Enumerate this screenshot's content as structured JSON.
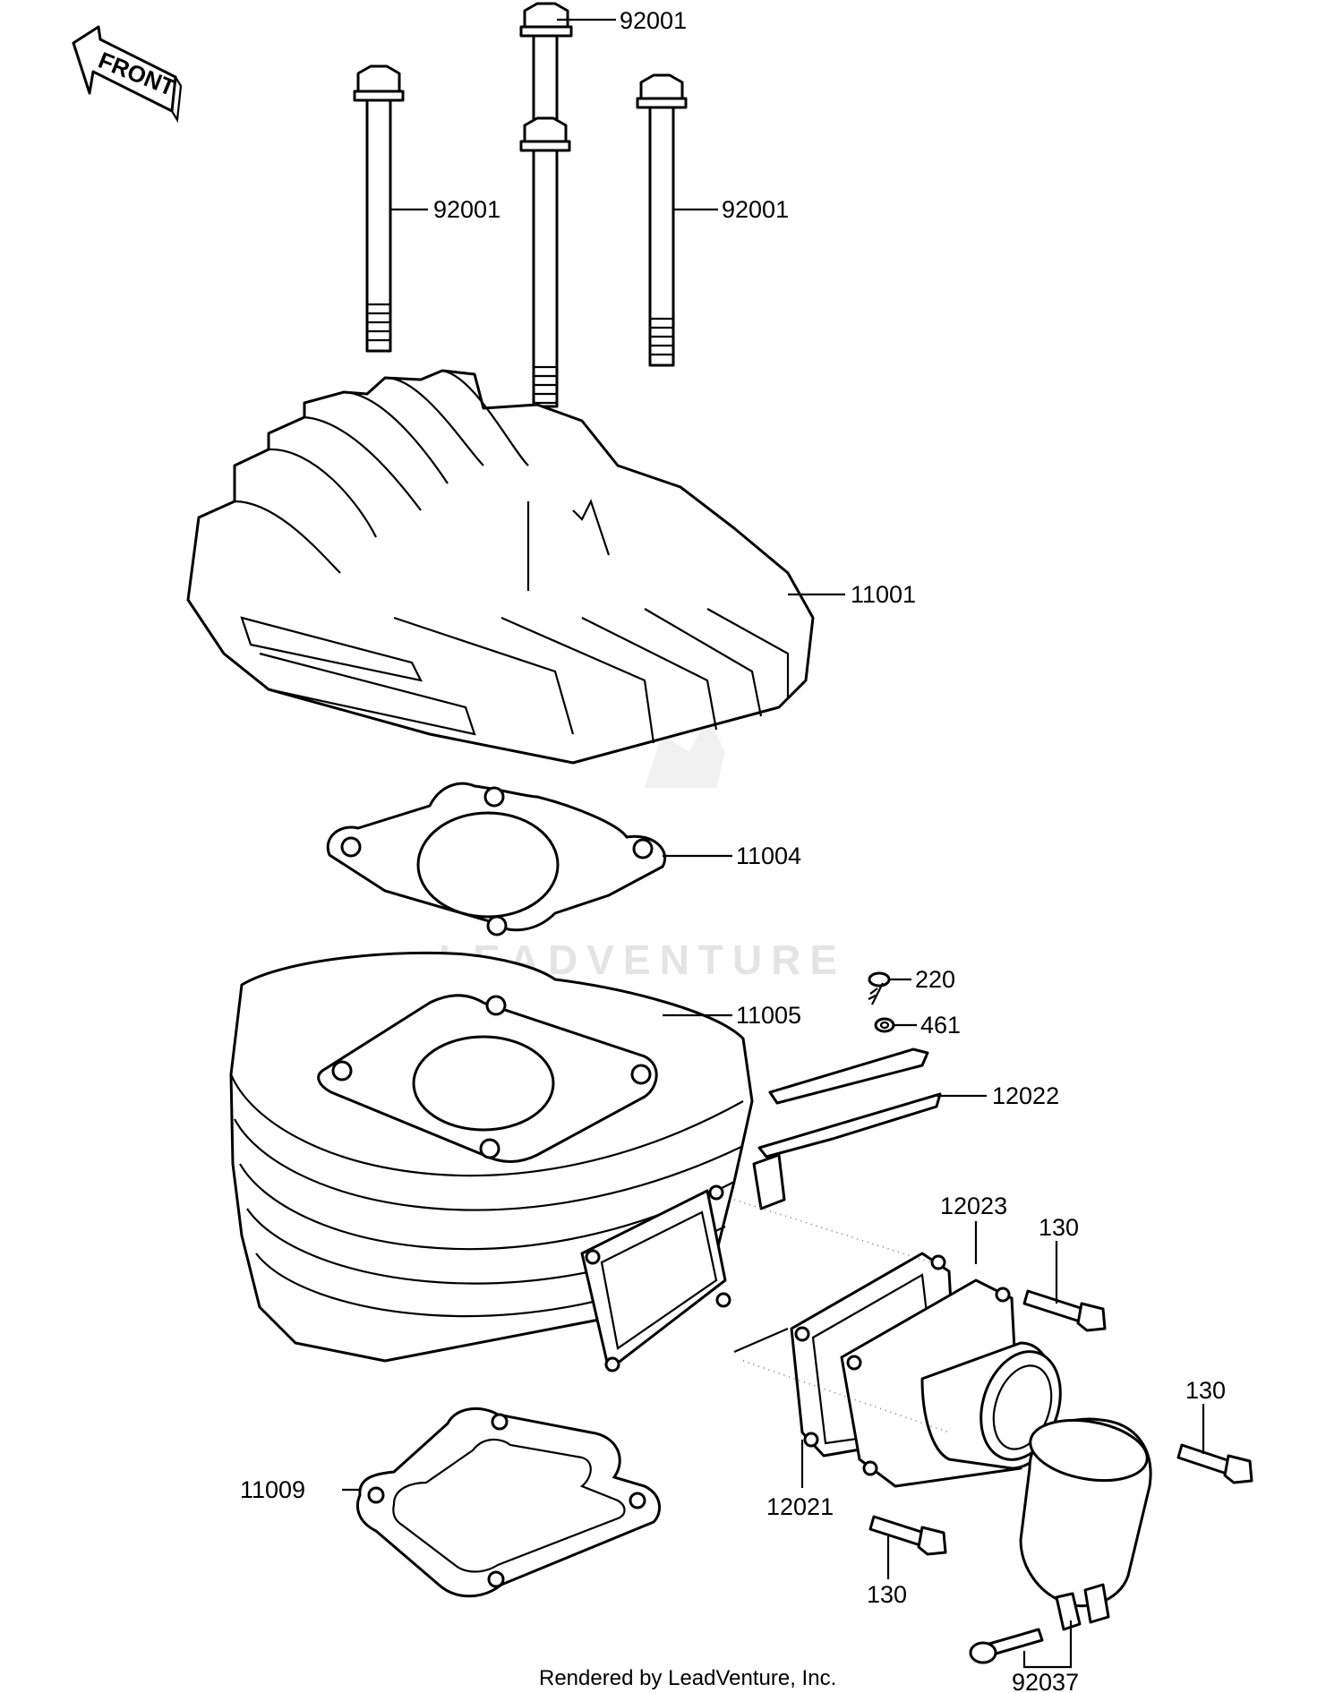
{
  "direction_label": "FRONT",
  "watermark": "LEADVENTURE",
  "footer": "Rendered by LeadVenture, Inc.",
  "parts": {
    "bolt_center_top": "92001",
    "bolt_left": "92001",
    "bolt_right": "92001",
    "cylinder_head": "11001",
    "head_gasket": "11004",
    "cylinder": "11005",
    "screw_220": "220",
    "washer_461": "461",
    "reed_stopper": "12022",
    "intake_manifold": "12023",
    "bolt_130_upper": "130",
    "bolt_130_right": "130",
    "base_gasket": "11009",
    "reed_valve": "12021",
    "bolt_130_lower": "130",
    "clamp_screw": "92037"
  }
}
